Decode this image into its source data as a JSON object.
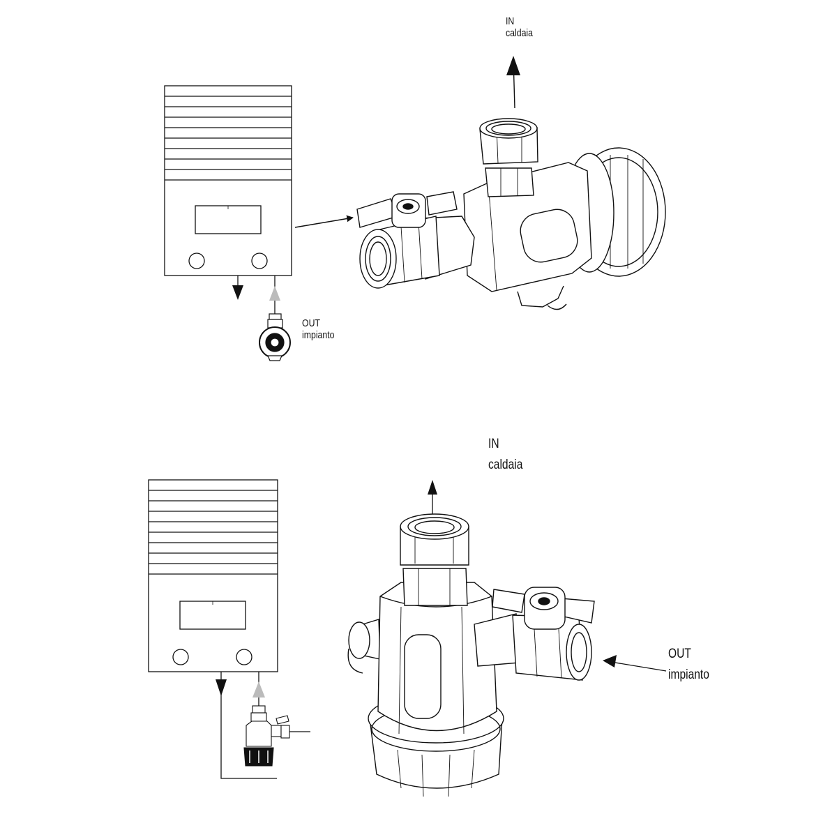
{
  "top": {
    "inlet_label": {
      "line1": "IN",
      "line2": "caldaia"
    },
    "outlet_label": {
      "line1": "OUT",
      "line2": "impianto"
    }
  },
  "bottom": {
    "inlet_label": {
      "line1": "IN",
      "line2": "caldaia"
    },
    "outlet_label": {
      "line1": "OUT",
      "line2": "impianto"
    }
  },
  "colors": {
    "line": "#111111",
    "flow_arrow_return": "#bbbbbb",
    "background": "#ffffff"
  }
}
